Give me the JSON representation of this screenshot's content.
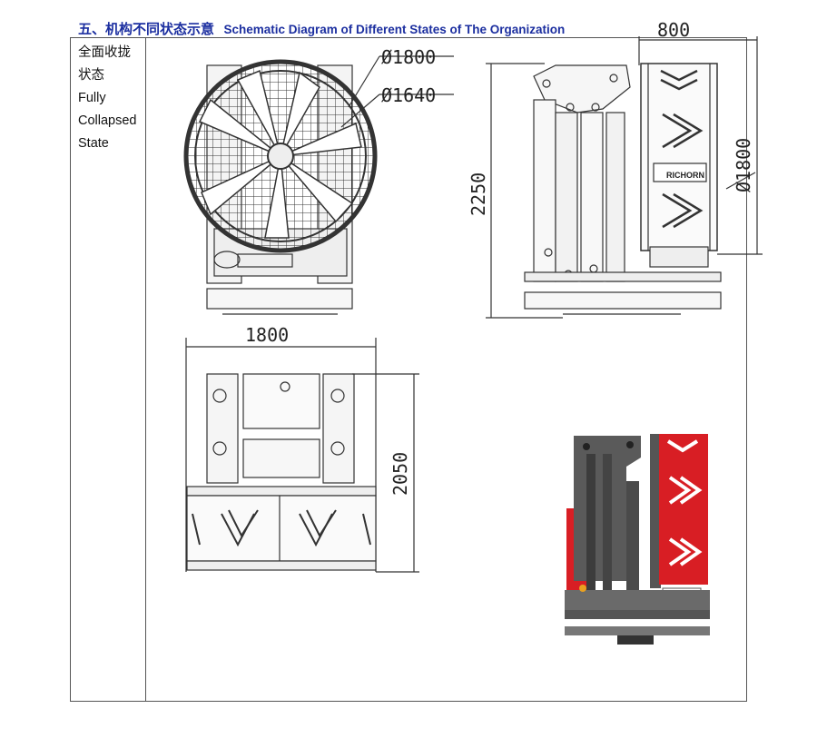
{
  "heading": {
    "zh": "五、机构不同状态示意",
    "en": "Schematic Diagram of Different States of The Organization"
  },
  "left_column": {
    "zh_line1": "全面收拢",
    "zh_line2": "状态",
    "en_line1": "Fully",
    "en_line2": "Collapsed",
    "en_line3": "State"
  },
  "dimensions": {
    "top_right_width": "800",
    "diameter_outer": "Ø1800",
    "diameter_inner": "Ø1640",
    "side_height": "2250",
    "side_diameter": "Ø1800",
    "bottom_width": "1800",
    "bottom_height": "2050"
  },
  "logo_text": "RICHORN",
  "colors": {
    "accent_red": "#d81e24",
    "frame_gray": "#5a5a5a",
    "heading_blue": "#1c2fa0"
  }
}
